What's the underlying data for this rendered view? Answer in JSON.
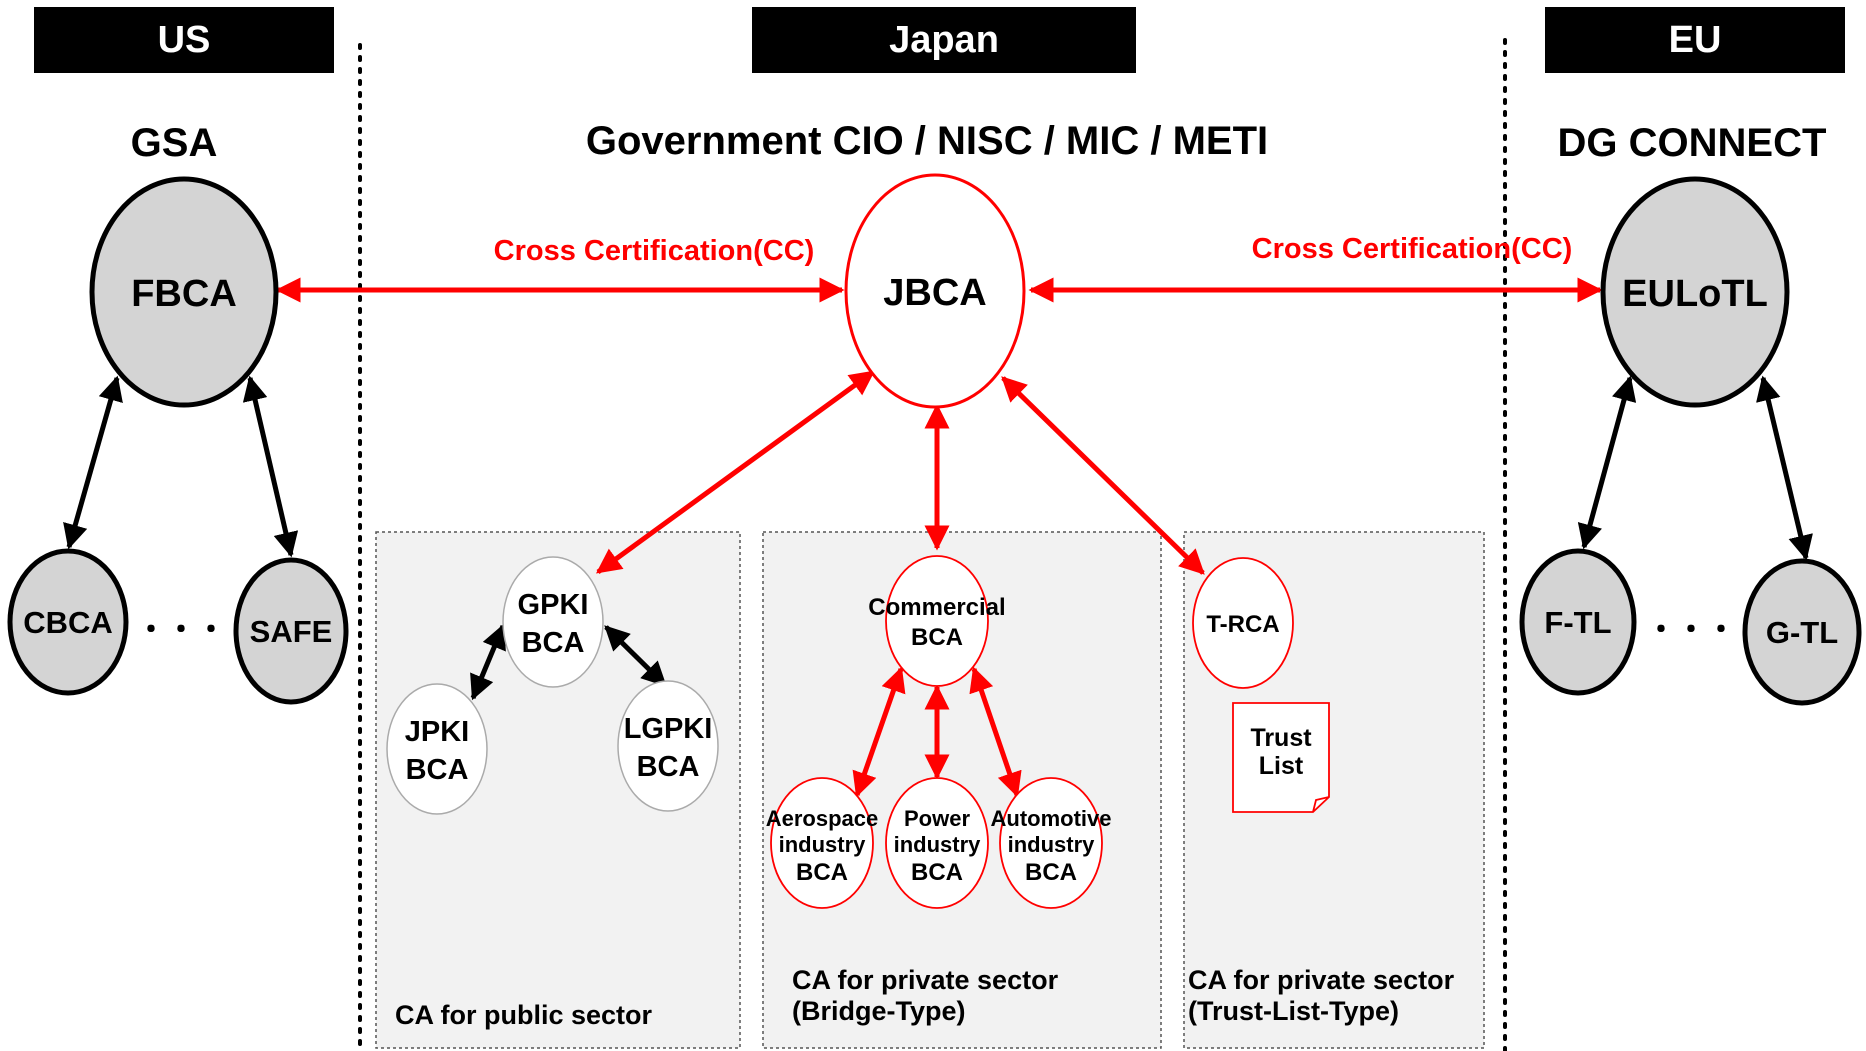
{
  "regions": {
    "us": "US",
    "japan": "Japan",
    "eu": "EU"
  },
  "authorities": {
    "us": "GSA",
    "japan": "Government CIO / NISC / MIC / METI",
    "eu": "DG CONNECT"
  },
  "cross_certification": {
    "left": "Cross Certification(CC)",
    "right": "Cross Certification(CC)"
  },
  "us_nodes": {
    "fbca": "FBCA",
    "cbca": "CBCA",
    "safe": "SAFE",
    "ellipsis": "・・・"
  },
  "eu_nodes": {
    "euloTL": "EULoTL",
    "ftl": "F-TL",
    "gtl": "G-TL",
    "ellipsis": "・・・"
  },
  "japan_nodes": {
    "jbca": "JBCA",
    "gpki": [
      "GPKI",
      "BCA"
    ],
    "jpki": [
      "JPKI",
      "BCA"
    ],
    "lgpki": [
      "LGPKI",
      "BCA"
    ],
    "commercial": [
      "Commercial",
      "BCA"
    ],
    "aerospace": [
      "Aerospace",
      "industry",
      "BCA"
    ],
    "power": [
      "Power",
      "industry",
      "BCA"
    ],
    "automotive": [
      "Automotive",
      "industry",
      "BCA"
    ],
    "trca": "T-RCA",
    "trust_list": [
      "Trust",
      "List"
    ]
  },
  "boxes": {
    "public": "CA for public sector",
    "private_bridge": [
      "CA for private sector",
      "(Bridge-Type)"
    ],
    "private_trust": [
      "CA for private sector",
      "(Trust-List-Type)"
    ]
  },
  "colors": {
    "red": "#ff0000",
    "black": "#000000",
    "node_gray": "#d4d4d4",
    "box_fill": "#f2f2f2"
  }
}
